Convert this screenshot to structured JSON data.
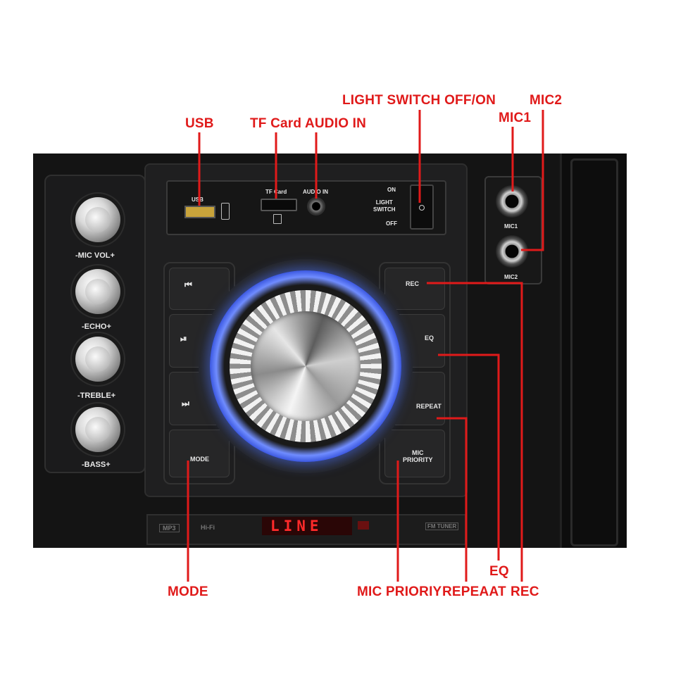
{
  "callouts": {
    "usb": "USB",
    "tf_audio": "TF Card AUDIO IN",
    "light_switch": "LIGHT SWITCH OFF/ON",
    "mic1": "MIC1",
    "mic2": "MIC2",
    "mode": "MODE",
    "mic_priority": "MIC PRIORIY",
    "repeat": "REPEAAT",
    "eq": "EQ",
    "rec": "REC"
  },
  "panel": {
    "usb_label": "USB",
    "tf_label": "TF Card",
    "audio_in_label": "AUDIO IN",
    "switch_on": "ON",
    "switch_label": "LIGHT\nSWITCH",
    "switch_off": "OFF",
    "mic1_label": "MIC1",
    "mic2_label": "MIC2",
    "knobs": [
      "-MIC VOL+",
      "-ECHO+",
      "-TREBLE+",
      "-BASS+"
    ],
    "left_buttons": [
      "⏮",
      "⏯",
      "⏭",
      "MODE"
    ],
    "right_buttons": [
      "REC",
      "EQ",
      "REPEAT",
      "MIC\nPRIORITY"
    ],
    "display_text": "LINE",
    "display_badges": [
      "MP3",
      "Hi-Fi",
      "FM TUNER"
    ]
  },
  "colors": {
    "callout": "#e01a1a",
    "panel": "#1a1a1b",
    "ring_glow": "#4a6cff",
    "display": "#ff2a2a"
  }
}
